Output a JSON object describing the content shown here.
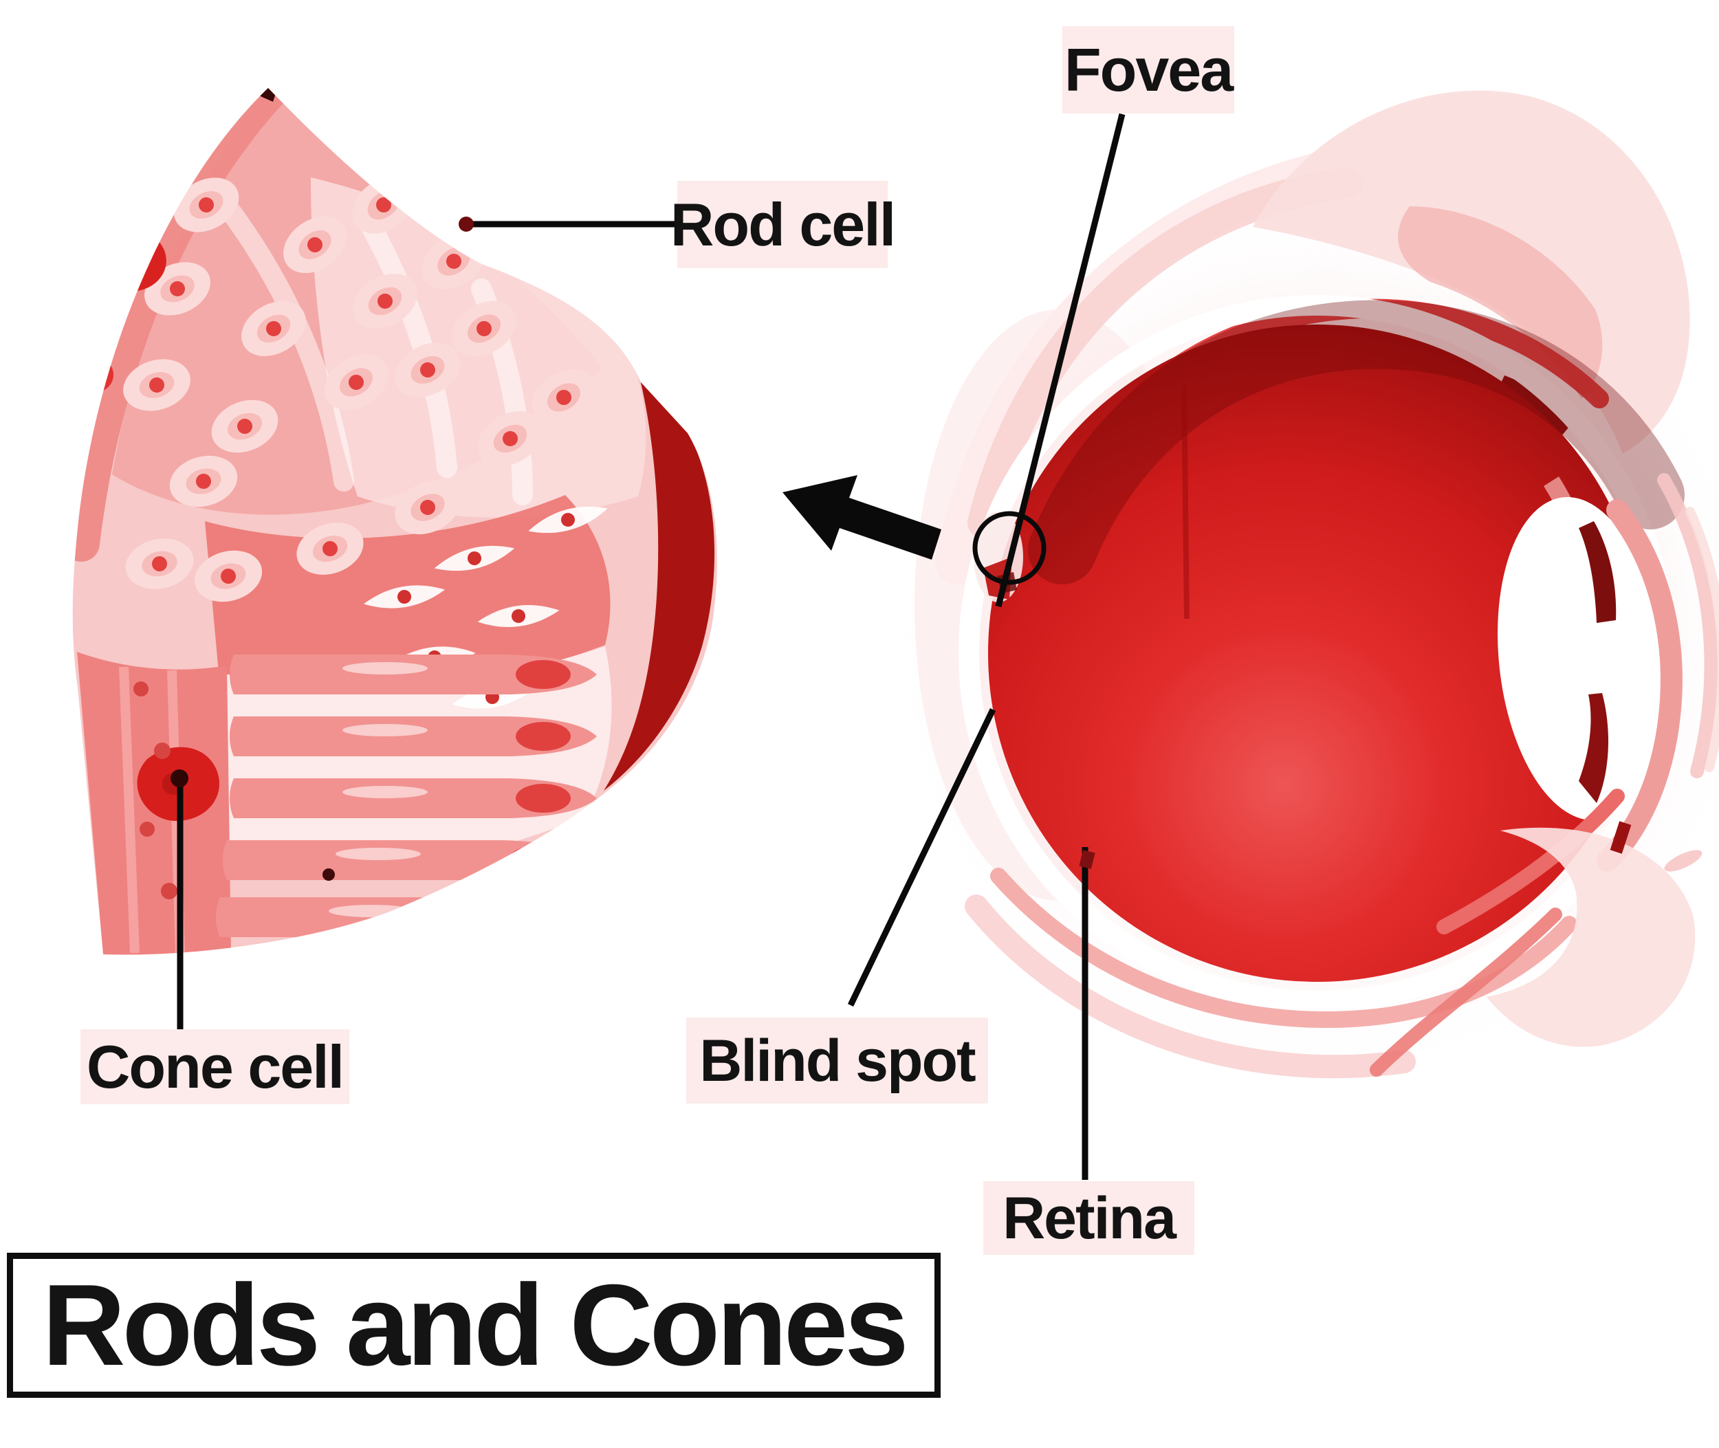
{
  "diagram": {
    "title": "Rods and Cones",
    "callouts": {
      "fovea": "Fovea",
      "rod_cell": "Rod cell",
      "cone_cell": "Cone cell",
      "blind_spot": "Blind spot",
      "retina": "Retina"
    },
    "icons": {
      "zoom_arrow": "thick-black-arrow-pointing-upper-left",
      "fovea_marker": "black-circle-outline"
    },
    "colors": {
      "label_background": "#fcebea",
      "label_text": "#131313",
      "title_border": "#0e0e0e",
      "eye_bright_red": "#e02b2b",
      "eye_dark_red": "#8c0d0d",
      "tissue_salmon": "#ee8280",
      "tissue_light_pink": "#f7c9c8",
      "cut_face_dark_red": "#a91412",
      "halo_pink": "#fbe3e2",
      "annotation_line": "#0a0a0a"
    }
  }
}
